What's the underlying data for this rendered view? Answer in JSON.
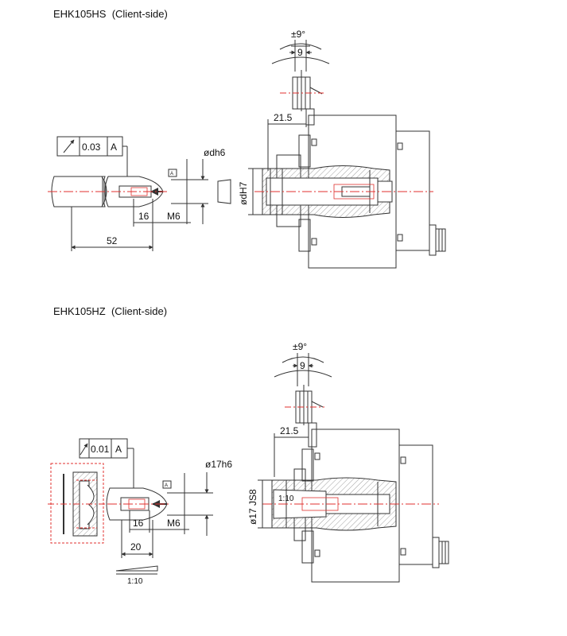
{
  "sections": [
    {
      "title": "EHK105HS  (Client-side)",
      "angle_label": "±9°",
      "angle_value": "9",
      "offset_label": "21.5",
      "tolerance_value": "0.03",
      "datum_label": "A",
      "datum_tag": "A",
      "shaft_dia_label": "ødh6",
      "bore_label": "ødH7",
      "screw_depth_label": "16",
      "thread_label": "M6",
      "length_label": "52"
    },
    {
      "title": "EHK105HZ  (Client-side)",
      "angle_label": "±9°",
      "angle_value": "9",
      "offset_label": "21.5",
      "tolerance_value": "0.01",
      "datum_label": "A",
      "datum_tag": "A",
      "shaft_dia_label": "ø17h6",
      "bore_label": "ø17 JS8",
      "taper_label": "1:10",
      "screw_depth_label": "16",
      "thread_label": "M6",
      "length_label": "20",
      "taper_symbol_label": "1:10"
    }
  ],
  "colors": {
    "line": "#333333",
    "centerline": "#e0322f",
    "hatch": "#777777"
  }
}
